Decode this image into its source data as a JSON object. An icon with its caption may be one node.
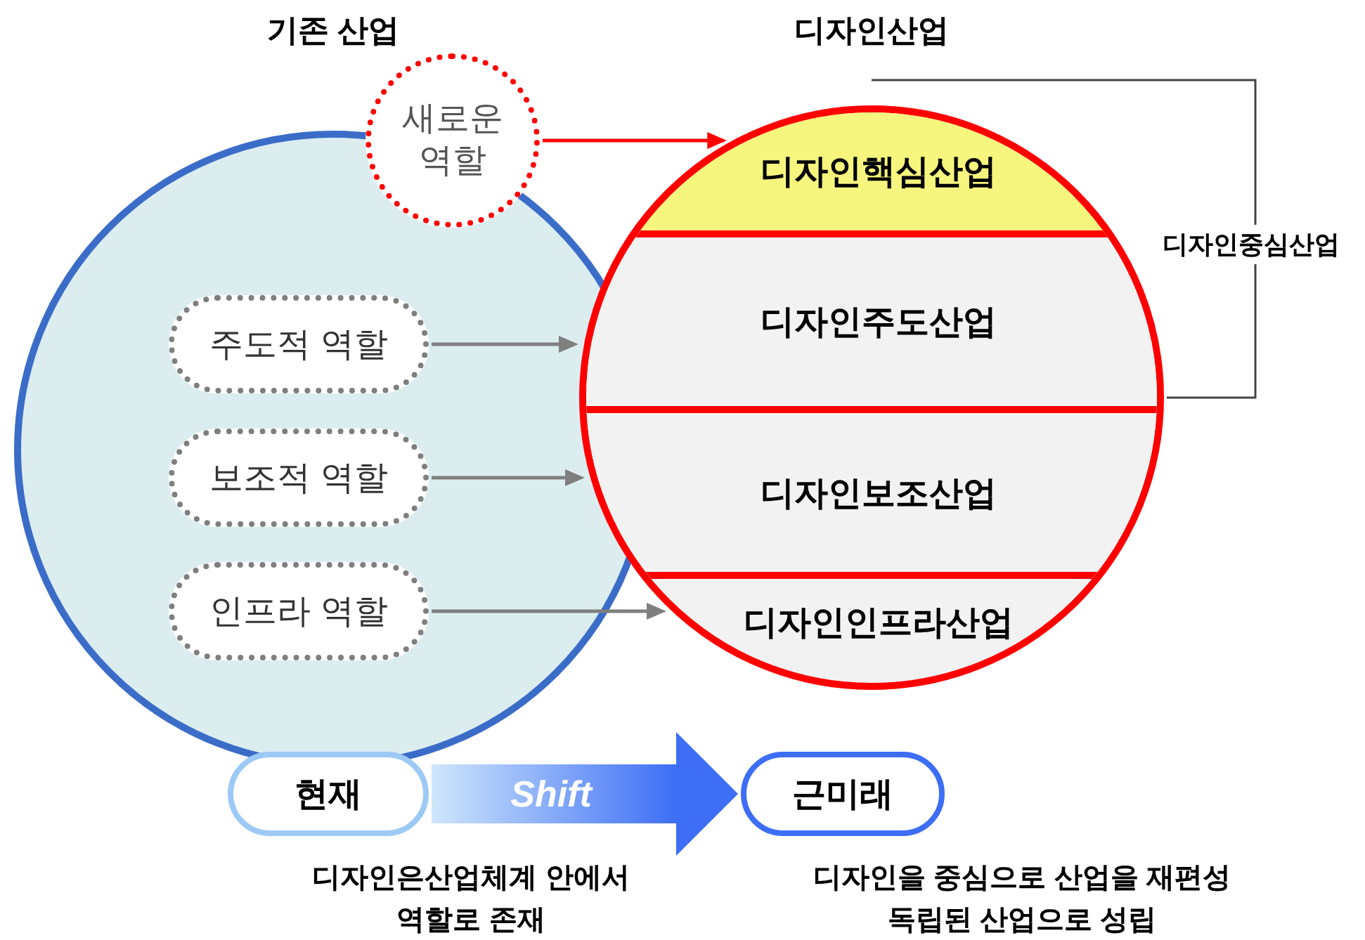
{
  "diagram": {
    "nodes": [
      {
        "text": [
          "기존 산업"
        ]
      },
      {
        "text": [
          "새로운 역할"
        ]
      },
      {
        "text": [
          "주도적 역할"
        ],
        "in": 0
      },
      {
        "text": [
          "보조적 역할"
        ],
        "in": 0
      },
      {
        "text": [
          "인프라 역할"
        ],
        "in": 0
      },
      {
        "text": [
          "디자인산업"
        ]
      },
      {
        "text": [
          "디자인핵심산업"
        ],
        "in": 5
      },
      {
        "text": [
          "디자인주도산업"
        ],
        "in": 5
      },
      {
        "text": [
          "디자인보조산업"
        ],
        "in": 5
      },
      {
        "text": [
          "디자인인프라산업"
        ],
        "in": 5
      },
      {
        "text": [
          "현재"
        ],
        "beside": [
          "디자인은산업체계 안에서 역할로 존재"
        ]
      },
      {
        "text": [
          "근미래"
        ],
        "beside": [
          "디자인을 중심으로 산업을 재편성 독립된 산업으로 성립"
        ]
      }
    ],
    "edges": [
      {
        "from": 1,
        "to": 6,
        "arrow": "to",
        "color": "#ff0000"
      },
      {
        "from": 2,
        "to": 7,
        "arrow": "to"
      },
      {
        "from": 3,
        "to": 8,
        "arrow": "to"
      },
      {
        "from": 4,
        "to": 9,
        "arrow": "to"
      },
      {
        "from": 10,
        "to": 11,
        "arrow": "to",
        "label": "Shift",
        "style": "thick",
        "color": "#3d6ef5"
      }
    ],
    "labels": [
      "디자인중심산업"
    ]
  }
}
